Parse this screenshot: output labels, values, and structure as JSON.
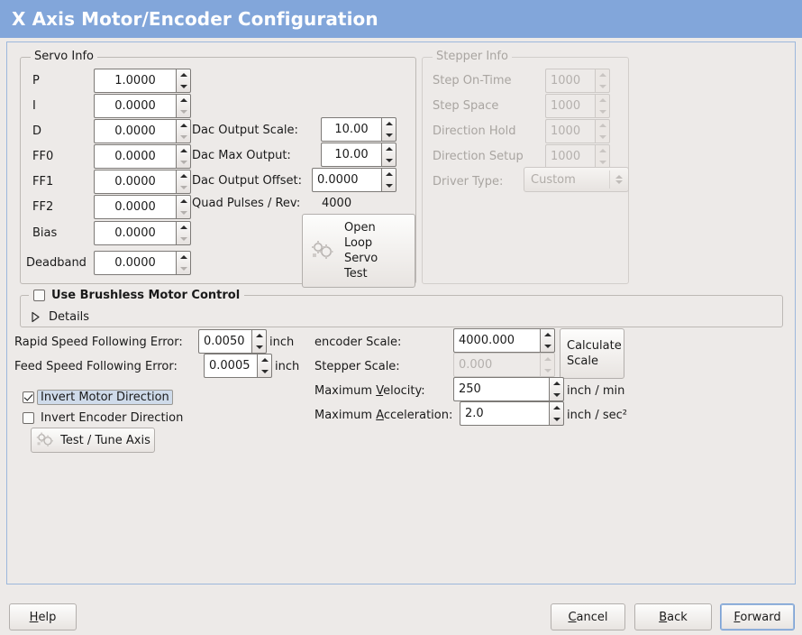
{
  "window": {
    "title": "X Axis Motor/Encoder Configuration",
    "title_bg": "#82a6da",
    "title_fg": "#ffffff",
    "panel_bg": "#edeae8",
    "panel_border": "#9db8dc",
    "focus_highlight": "#cfdbea"
  },
  "servo_info": {
    "legend": "Servo Info",
    "rows": [
      {
        "label": "P",
        "value": "1.0000",
        "enabled": true,
        "down_enabled": true
      },
      {
        "label": "I",
        "value": "0.0000",
        "enabled": true,
        "down_enabled": false
      },
      {
        "label": "D",
        "value": "0.0000",
        "enabled": true,
        "down_enabled": false
      },
      {
        "label": "FF0",
        "value": "0.0000",
        "enabled": true,
        "down_enabled": false
      },
      {
        "label": "FF1",
        "value": "0.0000",
        "enabled": true,
        "down_enabled": false
      },
      {
        "label": "FF2",
        "value": "0.0000",
        "enabled": true,
        "down_enabled": false
      },
      {
        "label": "Bias",
        "value": "0.0000",
        "enabled": true,
        "down_enabled": false
      },
      {
        "label": "Deadband",
        "value": "0.0000",
        "enabled": true,
        "down_enabled": false
      }
    ],
    "dac": [
      {
        "label": "Dac Output Scale:",
        "value": "10.00"
      },
      {
        "label": "Dac Max Output:",
        "value": "10.00"
      },
      {
        "label": "Dac Output Offset:",
        "value": "0.0000"
      }
    ],
    "quad_label": "Quad Pulses / Rev:",
    "quad_value": "4000",
    "open_loop_button": {
      "lines": [
        "Open",
        "Loop",
        "Servo",
        "Test"
      ],
      "icon": "gears-icon"
    }
  },
  "stepper_info": {
    "legend": "Stepper Info",
    "enabled": false,
    "rows": [
      {
        "label": "Step On-Time",
        "value": "1000"
      },
      {
        "label": "Step Space",
        "value": "1000"
      },
      {
        "label": "Direction Hold",
        "value": "1000"
      },
      {
        "label": "Direction Setup",
        "value": "1000"
      }
    ],
    "driver_type": {
      "label": "Driver Type:",
      "value": "Custom"
    }
  },
  "brushless": {
    "checkbox_label": "Use Brushless Motor Control",
    "checked": false,
    "details_label": "Details",
    "details_expanded": false
  },
  "following": {
    "rapid": {
      "label": "Rapid Speed Following Error:",
      "value": "0.0050",
      "unit": "inch"
    },
    "feed": {
      "label": "Feed Speed Following Error:",
      "value": "0.0005",
      "unit": "inch"
    },
    "invert_motor": {
      "label": "Invert Motor Direction",
      "checked": true,
      "focused": true
    },
    "invert_encoder": {
      "label": "Invert Encoder Direction",
      "checked": false,
      "focused": false
    },
    "test_tune_button": {
      "label": "Test / Tune Axis",
      "icon": "gears-icon"
    }
  },
  "scales": {
    "encoder": {
      "label": "encoder Scale:",
      "value": "4000.000",
      "enabled": true,
      "unit": ""
    },
    "stepper": {
      "label": "Stepper Scale:",
      "value": "0.000",
      "enabled": false,
      "unit": ""
    },
    "max_velocity": {
      "label_pre": "Maximum ",
      "label_mn": "V",
      "label_post": "elocity:",
      "value": "250",
      "unit": "inch / min"
    },
    "max_acceleration": {
      "label_pre": "Maximum ",
      "label_mn": "A",
      "label_post": "cceleration:",
      "value": "2.0",
      "unit": "inch / sec²"
    },
    "calculate_button": {
      "lines": [
        "Calculate",
        "Scale"
      ]
    }
  },
  "actions": {
    "help": {
      "mn": "H",
      "rest": "elp",
      "focused": false
    },
    "cancel": {
      "mn": "C",
      "rest": "ancel",
      "focused": false
    },
    "back": {
      "mn": "B",
      "rest": "ack",
      "focused": false
    },
    "forward": {
      "mn": "F",
      "rest": "orward",
      "focused": true
    }
  }
}
